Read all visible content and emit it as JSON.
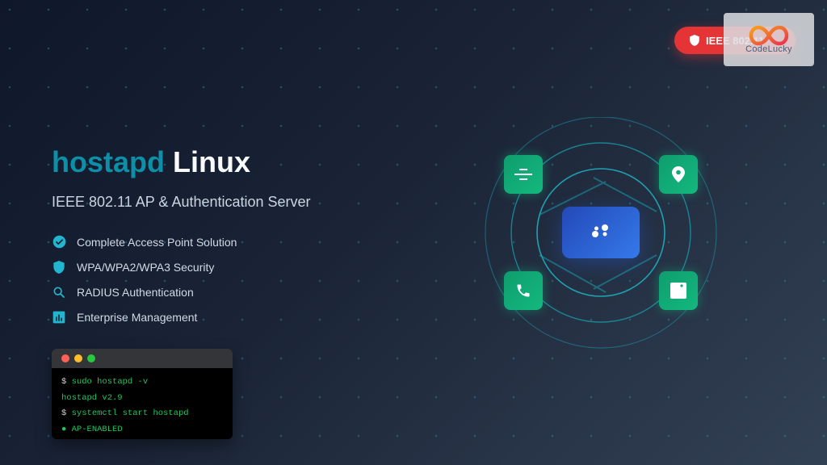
{
  "title": {
    "part1": "hostapd",
    "part2": "Linux"
  },
  "subtitle": "IEEE 802.11 AP & Authentication Server",
  "features": [
    {
      "icon": "check-circle-icon",
      "label": "Complete Access Point Solution"
    },
    {
      "icon": "shield-icon",
      "label": "WPA/WPA2/WPA3 Security"
    },
    {
      "icon": "search-icon",
      "label": "RADIUS Authentication"
    },
    {
      "icon": "bar-chart-icon",
      "label": "Enterprise Management"
    }
  ],
  "terminal": {
    "lines": [
      {
        "prompt": "$",
        "text": "sudo hostapd -v"
      },
      {
        "prompt": "",
        "text": "hostapd v2.9"
      },
      {
        "prompt": "$",
        "text": "systemctl start hostapd"
      },
      {
        "prompt": "●",
        "text": "AP-ENABLED"
      }
    ]
  },
  "badge": {
    "icon": "shield-icon",
    "label": "IEEE 802.11"
  },
  "logo": {
    "name": "CodeLucky"
  },
  "diagram": {
    "nodes": [
      {
        "icon": "filter-lines-icon"
      },
      {
        "icon": "location-pin-icon"
      },
      {
        "icon": "phone-icon"
      },
      {
        "icon": "tablet-icon"
      }
    ],
    "center_icon": "dots-cluster-icon"
  },
  "colors": {
    "accent_teal": "#0e8fa8",
    "tile_green": "#10b981",
    "badge_red": "#e53435",
    "center_blue": "#2f6fe0",
    "terminal_green": "#22c55e"
  }
}
